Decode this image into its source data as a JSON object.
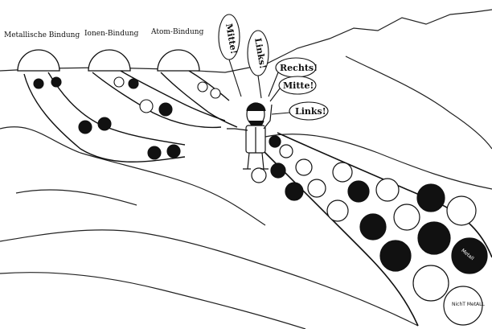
{
  "labels": {
    "metallic": "Metallische Bindung",
    "ionic": "Ionen-Bindung",
    "atomic": "Atom-Bindung"
  },
  "speech": {
    "mitte_vertical": "Mitte!",
    "links_vertical": "Links!",
    "rechts": "Rechts!",
    "mitte": "Mitte!",
    "links": "Links!"
  },
  "ball_labels": {
    "metall": "Metall",
    "nicht_metall": "NichT MetALL"
  }
}
